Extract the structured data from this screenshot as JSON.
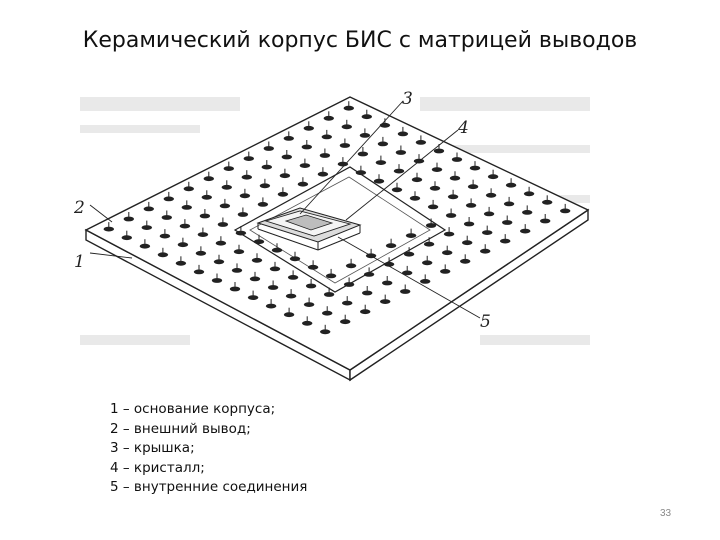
{
  "slide": {
    "title": "Керамический корпус БИС с матрицей выводов",
    "page_number": "33"
  },
  "figure": {
    "callouts": [
      "1",
      "2",
      "3",
      "4",
      "5"
    ]
  },
  "legend": [
    "1 – основание корпуса;",
    "2 – внешний вывод;",
    "3 – крышка;",
    "4 – кристалл;",
    "5 – внутренние соединения"
  ]
}
